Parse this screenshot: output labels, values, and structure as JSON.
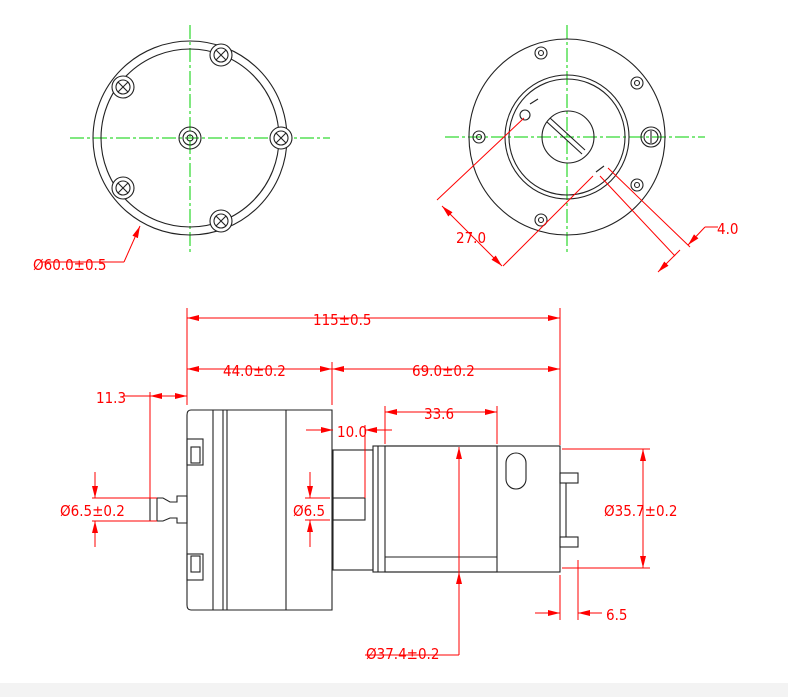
{
  "title": "Motor pump dimension drawing",
  "colors": {
    "outline": "#222222",
    "dimension": "#ff0000",
    "centerline": "#00d000"
  },
  "dimensions": {
    "body_diameter": "Ø60.0±0.5",
    "mount_spacing": "27.0",
    "slot_width": "4.0",
    "overall_length": "115±0.5",
    "pump_length": "44.0±0.2",
    "motor_length": "69.0±0.2",
    "nozzle_length": "11.3",
    "band_width": "33.6",
    "boss_length": "10.0",
    "nozzle_diameter": "Ø6.5±0.2",
    "shaft_diameter": "Ø6.5",
    "motor_diameter_small": "Ø35.7±0.2",
    "terminal_length": "6.5",
    "motor_diameter_large": "Ø37.4±0.2"
  }
}
